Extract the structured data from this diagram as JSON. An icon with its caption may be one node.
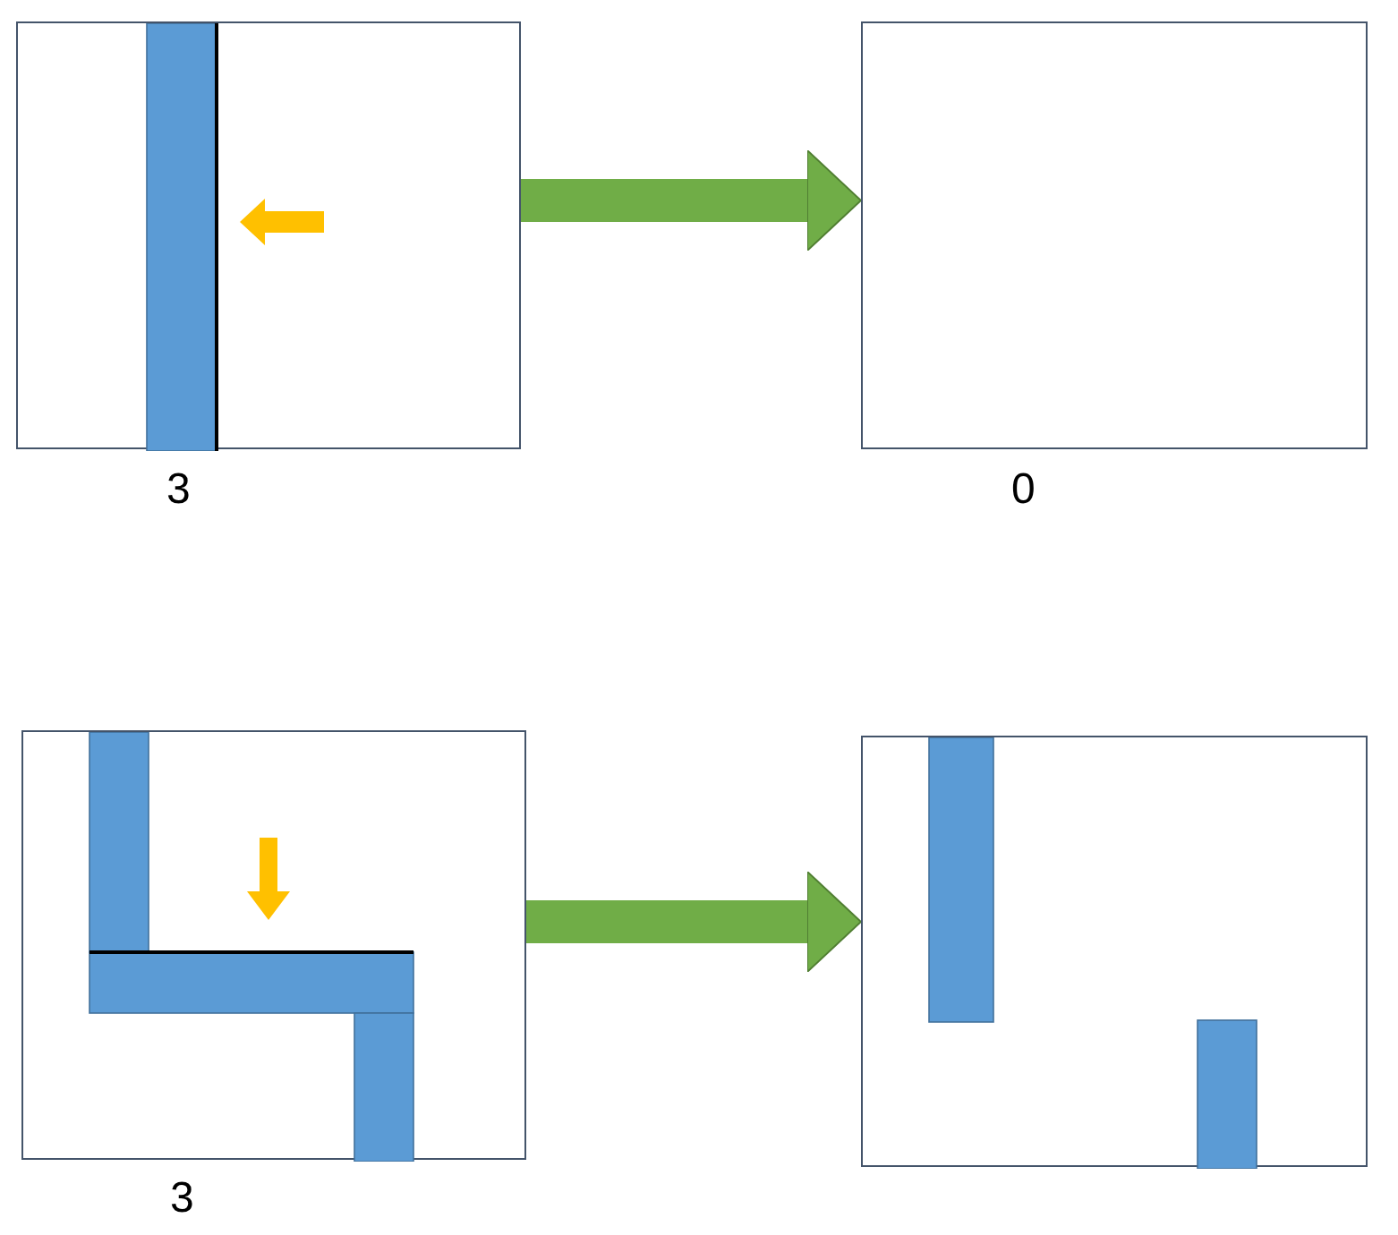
{
  "diagram": {
    "nodes": [
      {
        "text": [],
        "shape": "box",
        "beside": [
          "3"
        ]
      },
      {
        "text": [],
        "shape": "box",
        "beside": [
          "0"
        ]
      },
      {
        "text": [],
        "shape": "box",
        "beside": [
          "3"
        ]
      },
      {
        "text": [],
        "shape": "box"
      }
    ],
    "edges": [
      {
        "from": 0,
        "to": 1,
        "arrow": "to",
        "color": "#70ad47"
      },
      {
        "from": 2,
        "to": 3,
        "arrow": "to",
        "color": "#70ad47"
      }
    ]
  }
}
